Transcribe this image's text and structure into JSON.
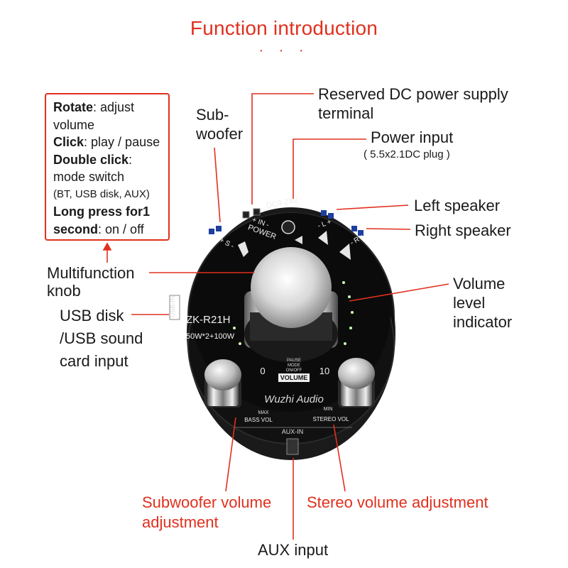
{
  "title": "Function introduction",
  "title_dots": "· · ·",
  "info_box": {
    "line1_key": "Rotate",
    "line1_rest": ": adjust",
    "line2": "volume",
    "line3_key": "Click",
    "line3_rest": ": play / pause",
    "line4_key": "Double click",
    "line4_rest": ":",
    "line5": "mode switch",
    "line6": "(BT, USB disk, AUX)",
    "line7_key": "Long press for1",
    "line8_key": "second",
    "line8_rest": ": on / off"
  },
  "callouts": {
    "reserved_dc_1": "Reserved DC power supply",
    "reserved_dc_2": "terminal",
    "subwoofer_1": "Sub-",
    "subwoofer_2": "woofer",
    "power_input": "Power input",
    "power_input_sub": "( 5.5x2.1DC plug )",
    "left_speaker": "Left speaker",
    "right_speaker": "Right speaker",
    "multifunction_1": "Multifunction",
    "multifunction_2": "knob",
    "volume_level_1": "Volume",
    "volume_level_2": "level",
    "volume_level_3": "indicator",
    "usb_1": "USB disk",
    "usb_2": "/USB sound",
    "usb_3": "card input",
    "subwoofer_vol_1": "Subwoofer volume",
    "subwoofer_vol_2": "adjustment",
    "stereo_vol": "Stereo volume adjustment",
    "aux_input": "AUX input"
  },
  "board": {
    "model": "ZK-R21H",
    "power_rating": "50W*2+100W",
    "dc_label": "DC9-24V",
    "power_label": "POWER",
    "power_pins": "+ IN -",
    "sub_pins": "+ S -",
    "left_pins": "- L +",
    "right_pins": "- R +",
    "usb_label": "USB-IN",
    "scale_min": "0",
    "scale_max": "10",
    "legend_1": "PAUSE",
    "legend_2": "MODE",
    "legend_3": "ON/OFF",
    "volume_label": "VOLUME",
    "brand": "Wuzhi Audio",
    "max_label": "MAX",
    "min_label": "MIN",
    "bass_vol": "BASS VOL",
    "stereo_vol": "STEREO VOL",
    "aux_label": "AUX-IN"
  },
  "colors": {
    "accent": "#e0301e",
    "board": "#0d0d0d"
  }
}
